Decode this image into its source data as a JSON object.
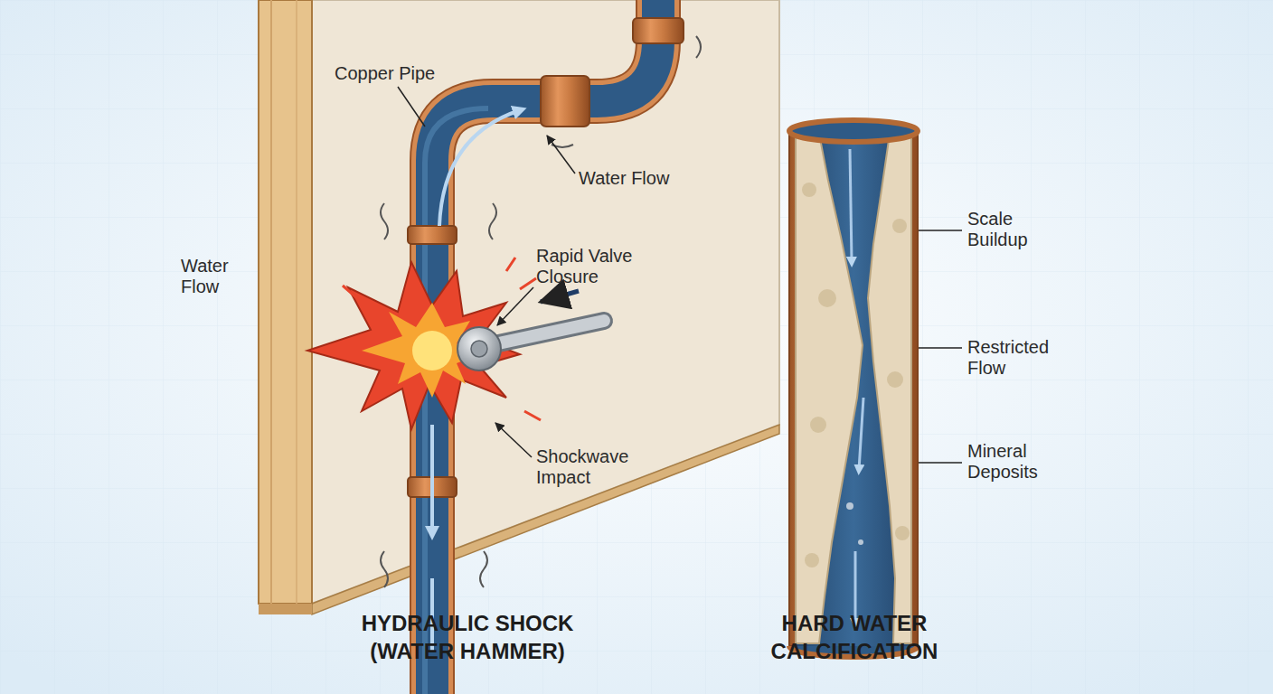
{
  "diagram": {
    "labels": [
      "Copper Pipe",
      "Water Flow",
      "Water Flow",
      "Rapid Valve Closure",
      "Shockwave Impact",
      "Scale Buildup",
      "Restricted Flow",
      "Mineral Deposits",
      "HYDRAULIC SHOCK (WATER HAMMER)",
      "HARD WATER CALCIFICATION"
    ]
  }
}
